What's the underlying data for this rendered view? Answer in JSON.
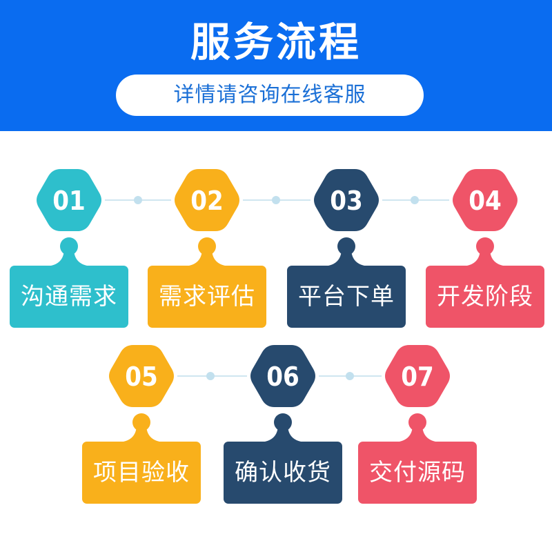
{
  "header": {
    "title": "服务流程",
    "subtitle": "详情请咨询在线客服"
  },
  "colors": {
    "header_bg": "#0a6cf0",
    "teal": "#2ebfcc",
    "orange": "#f9b01b",
    "navy": "#274a6e",
    "red": "#ef5468",
    "connector": "#cfe6f0"
  },
  "steps": [
    {
      "num": "01",
      "label": "沟通需求",
      "color": "#2ebfcc"
    },
    {
      "num": "02",
      "label": "需求评估",
      "color": "#f9b01b"
    },
    {
      "num": "03",
      "label": "平台下单",
      "color": "#274a6e"
    },
    {
      "num": "04",
      "label": "开发阶段",
      "color": "#ef5468"
    },
    {
      "num": "05",
      "label": "项目验收",
      "color": "#f9b01b"
    },
    {
      "num": "06",
      "label": "确认收货",
      "color": "#274a6e"
    },
    {
      "num": "07",
      "label": "交付源码",
      "color": "#ef5468"
    }
  ]
}
